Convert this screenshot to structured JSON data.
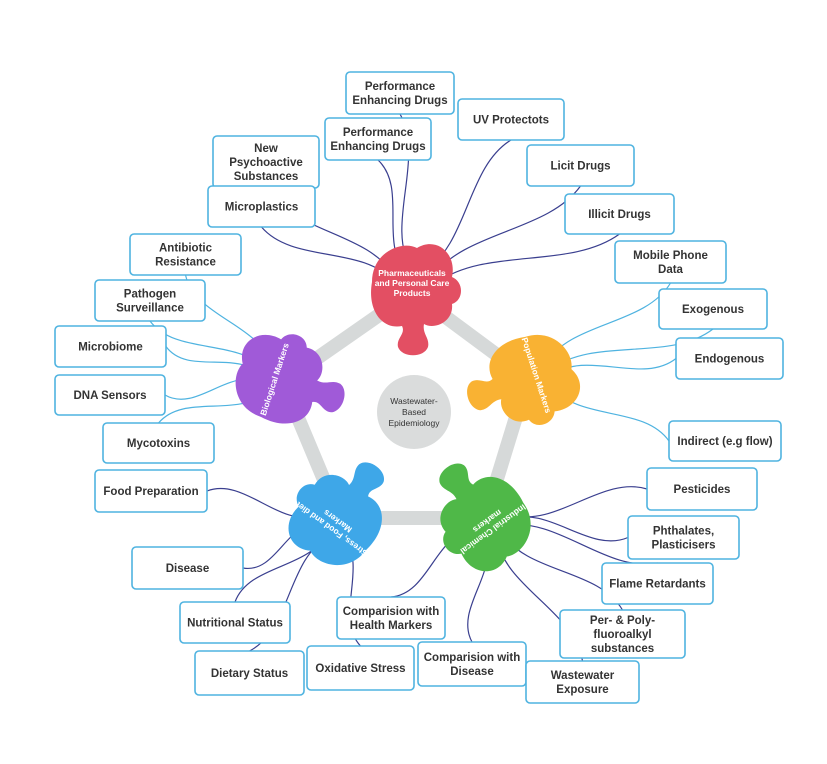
{
  "center": {
    "label": [
      "Wastewater-",
      "Based",
      "Epidemiology"
    ]
  },
  "hubs": [
    {
      "id": "pharma",
      "label": [
        "Pharmaceuticals",
        "and Personal Care",
        "Products"
      ],
      "color": "#e34f63"
    },
    {
      "id": "population",
      "label": [
        "Population Markers"
      ],
      "color": "#f9b233"
    },
    {
      "id": "industrial",
      "label": [
        "Industrial Chemical",
        "markers"
      ],
      "color": "#4fb848"
    },
    {
      "id": "diet",
      "label": [
        "Stress, Food and diet",
        "Markers"
      ],
      "color": "#3ea7e8"
    },
    {
      "id": "biological",
      "label": [
        "Biological Markers"
      ],
      "color": "#a05ad8"
    }
  ],
  "leaves": [
    {
      "hub": "pharma",
      "label": [
        "Performance",
        "Enhancing Drugs"
      ]
    },
    {
      "hub": "pharma",
      "label": [
        "UV Protectots"
      ]
    },
    {
      "hub": "pharma",
      "label": [
        "Performance",
        "Enhancing Drugs"
      ]
    },
    {
      "hub": "pharma",
      "label": [
        "New",
        "Psychoactive",
        "Substances"
      ]
    },
    {
      "hub": "pharma",
      "label": [
        "Licit Drugs"
      ]
    },
    {
      "hub": "pharma",
      "label": [
        "Microplastics"
      ]
    },
    {
      "hub": "pharma",
      "label": [
        "Illicit Drugs"
      ]
    },
    {
      "hub": "biological",
      "label": [
        "Antibiotic",
        "Resistance"
      ]
    },
    {
      "hub": "population",
      "label": [
        "Mobile Phone",
        "Data"
      ]
    },
    {
      "hub": "biological",
      "label": [
        "Pathogen",
        "Surveillance"
      ]
    },
    {
      "hub": "population",
      "label": [
        "Exogenous"
      ]
    },
    {
      "hub": "biological",
      "label": [
        "Microbiome"
      ]
    },
    {
      "hub": "population",
      "label": [
        "Endogenous"
      ]
    },
    {
      "hub": "biological",
      "label": [
        "DNA Sensors"
      ]
    },
    {
      "hub": "biological",
      "label": [
        "Mycotoxins"
      ]
    },
    {
      "hub": "population",
      "label": [
        "Indirect (e.g flow)"
      ]
    },
    {
      "hub": "diet",
      "label": [
        "Food Preparation"
      ]
    },
    {
      "hub": "industrial",
      "label": [
        "Pesticides"
      ]
    },
    {
      "hub": "industrial",
      "label": [
        "Phthalates,",
        "Plasticisers"
      ]
    },
    {
      "hub": "diet",
      "label": [
        "Disease"
      ]
    },
    {
      "hub": "industrial",
      "label": [
        "Flame Retardants"
      ]
    },
    {
      "hub": "industrial",
      "label": [
        "Comparision with",
        "Health Markers"
      ]
    },
    {
      "hub": "diet",
      "label": [
        "Nutritional Status"
      ]
    },
    {
      "hub": "industrial",
      "label": [
        "Per- & Poly-",
        "fluoroalkyl",
        "substances"
      ]
    },
    {
      "hub": "industrial",
      "label": [
        "Comparision with",
        "Disease"
      ]
    },
    {
      "hub": "diet",
      "label": [
        "Dietary Status"
      ]
    },
    {
      "hub": "diet",
      "label": [
        "Oxidative Stress"
      ]
    },
    {
      "hub": "industrial",
      "label": [
        "Wastewater",
        "Exposure"
      ]
    }
  ]
}
